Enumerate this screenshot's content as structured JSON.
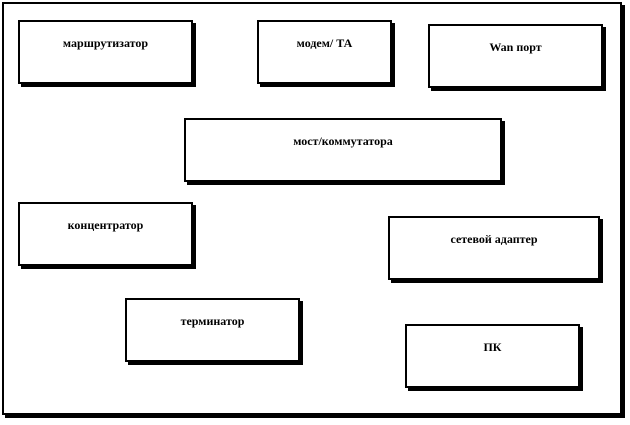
{
  "diagram": {
    "nodes": [
      {
        "id": "router",
        "label": "маршрутизатор"
      },
      {
        "id": "modem",
        "label": "модем/ ТА"
      },
      {
        "id": "wan-port",
        "label": "Wan порт"
      },
      {
        "id": "bridge-switch",
        "label": "мост/коммутатора"
      },
      {
        "id": "hub",
        "label": "концентратор"
      },
      {
        "id": "network-adapter",
        "label": "сетевой адаптер"
      },
      {
        "id": "terminator",
        "label": "терминатор"
      },
      {
        "id": "pc",
        "label": "ПК"
      }
    ]
  },
  "colors": {
    "border": "#000000",
    "background": "#ffffff",
    "text": "#000000"
  }
}
